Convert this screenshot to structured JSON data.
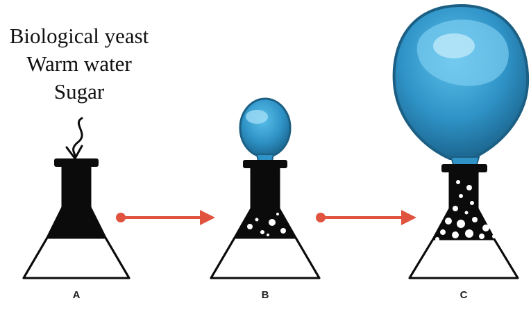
{
  "ingredients": {
    "line1": "Biological yeast",
    "line2": "Warm water",
    "line3": "Sugar"
  },
  "labels": {
    "a": "A",
    "b": "B",
    "c": "C"
  },
  "colors": {
    "flask": "#0b0b0b",
    "balloon": "#2f93c7",
    "balloon_dark": "#1f6f9a",
    "arrow": "#e0533f"
  }
}
